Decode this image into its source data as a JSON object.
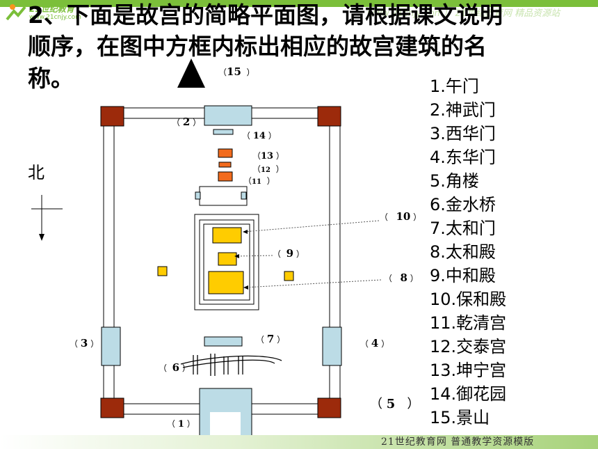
{
  "header": {
    "logo_text": "21世纪教育",
    "logo_url": "www.21cnjy.com",
    "right_deco": "www.21cnjy.com）  21世纪教育网  精品资源站"
  },
  "title": {
    "line1": "2、下面是故宫的简略平面图，请根据课文说明",
    "line2": "顺序，在图中方框内标出相应的故宫建筑的名",
    "line3": "称。"
  },
  "compass": {
    "north": "北"
  },
  "legend": [
    "1.午门",
    "2.神武门",
    "3.西华门",
    "4.东华门",
    "5.角楼",
    "6.金水桥",
    "7.太和门",
    "8.太和殿",
    "9.中和殿",
    "10.保和殿",
    "11.乾清宫",
    "12.交泰宫",
    "13.坤宁宫",
    "14.御花园",
    "15.景山"
  ],
  "map_labels": {
    "l15": "15",
    "l2": "2",
    "l14": "14",
    "l13": "13",
    "l12": "12",
    "l11": "11",
    "l10": "10",
    "l9": "9",
    "l8": "8",
    "l3": "3",
    "l4": "4",
    "l7": "7",
    "l6": "6",
    "l5": "5",
    "l1": "1",
    "lblank": ""
  },
  "footer": {
    "text": "21世纪教育网   普通教学资源模版"
  },
  "colors": {
    "corner": "#9c2a0b",
    "gate": "#bcdce6",
    "orange": "#f26b1d",
    "yellow": "#ffcc00",
    "green": "#7bbf3a"
  }
}
